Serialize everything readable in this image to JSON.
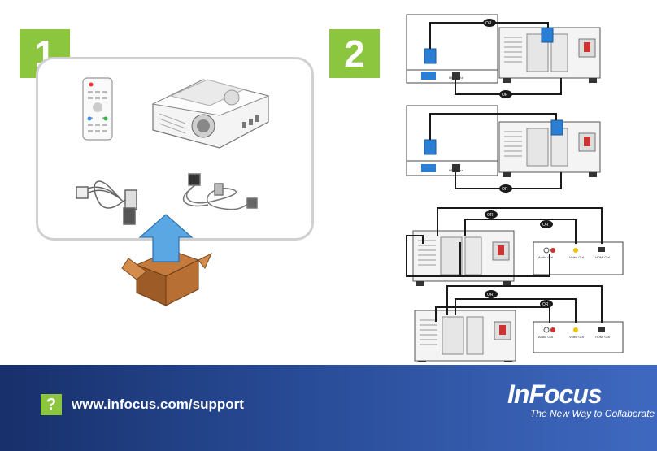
{
  "steps": {
    "step1": "1",
    "step2": "2"
  },
  "diagram": {
    "or_label": "OR",
    "hdmi_out": "HDMI Out",
    "audio_out": "Audio Out",
    "video_out": "Video Out"
  },
  "footer": {
    "help_icon": "?",
    "url": "www.infocus.com/support",
    "brand": "InFocus",
    "tagline": "The New Way to Collaborate"
  },
  "colors": {
    "accent": "#8cc63f",
    "footer": "#284b96",
    "cable": "#1a1a1a",
    "vga": "#2a7fd4"
  }
}
